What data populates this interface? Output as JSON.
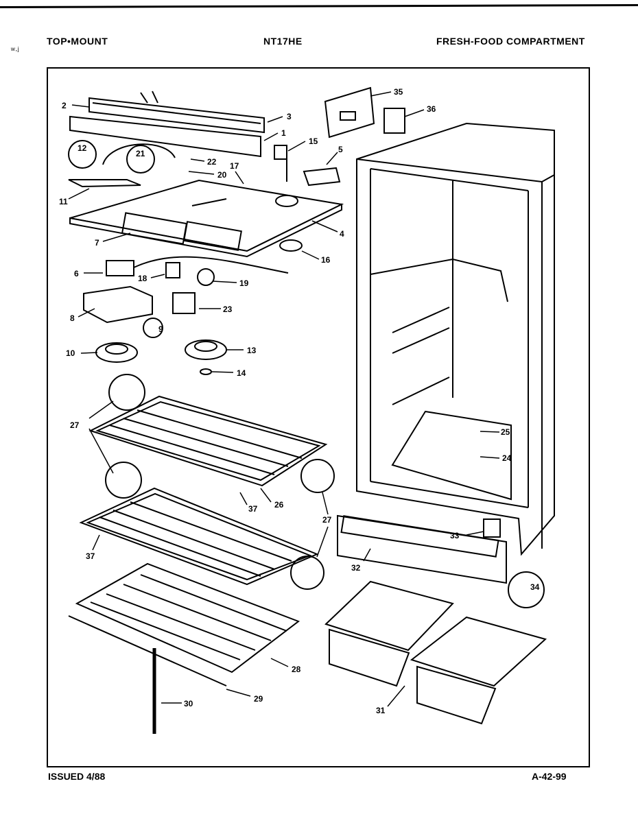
{
  "header": {
    "brand": "TOP•MOUNT",
    "model": "NT17HE",
    "section": "FRESH-FOOD COMPARTMENT"
  },
  "corner_mark": "ʷ·ʲ",
  "footer": {
    "issued": "ISSUED 4/88",
    "code": "A-42-99"
  },
  "callouts": [
    "1",
    "2",
    "3",
    "4",
    "5",
    "6",
    "7",
    "8",
    "9",
    "10",
    "11",
    "12",
    "13",
    "14",
    "15",
    "16",
    "17",
    "18",
    "19",
    "20",
    "21",
    "22",
    "23",
    "24",
    "25",
    "26",
    "27",
    "28",
    "29",
    "30",
    "31",
    "32",
    "33",
    "34",
    "35",
    "36",
    "37"
  ],
  "diagram_labels": {
    "l1": "1",
    "l2": "2",
    "l3": "3",
    "l4": "4",
    "l5": "5",
    "l6": "6",
    "l7": "7",
    "l8": "8",
    "l9": "9",
    "l10": "10",
    "l11": "11",
    "l12": "12",
    "l13": "13",
    "l14": "14",
    "l15": "15",
    "l16": "16",
    "l17": "17",
    "l18": "18",
    "l19": "19",
    "l20": "20",
    "l21": "21",
    "l22": "22",
    "l23": "23",
    "l24": "24",
    "l25": "25",
    "l26": "26",
    "l27a": "27",
    "l27b": "27",
    "l28": "28",
    "l29": "29",
    "l30": "30",
    "l31": "31",
    "l32": "32",
    "l33": "33",
    "l34": "34",
    "l35": "35",
    "l36": "36",
    "l37a": "37",
    "l37b": "37"
  }
}
